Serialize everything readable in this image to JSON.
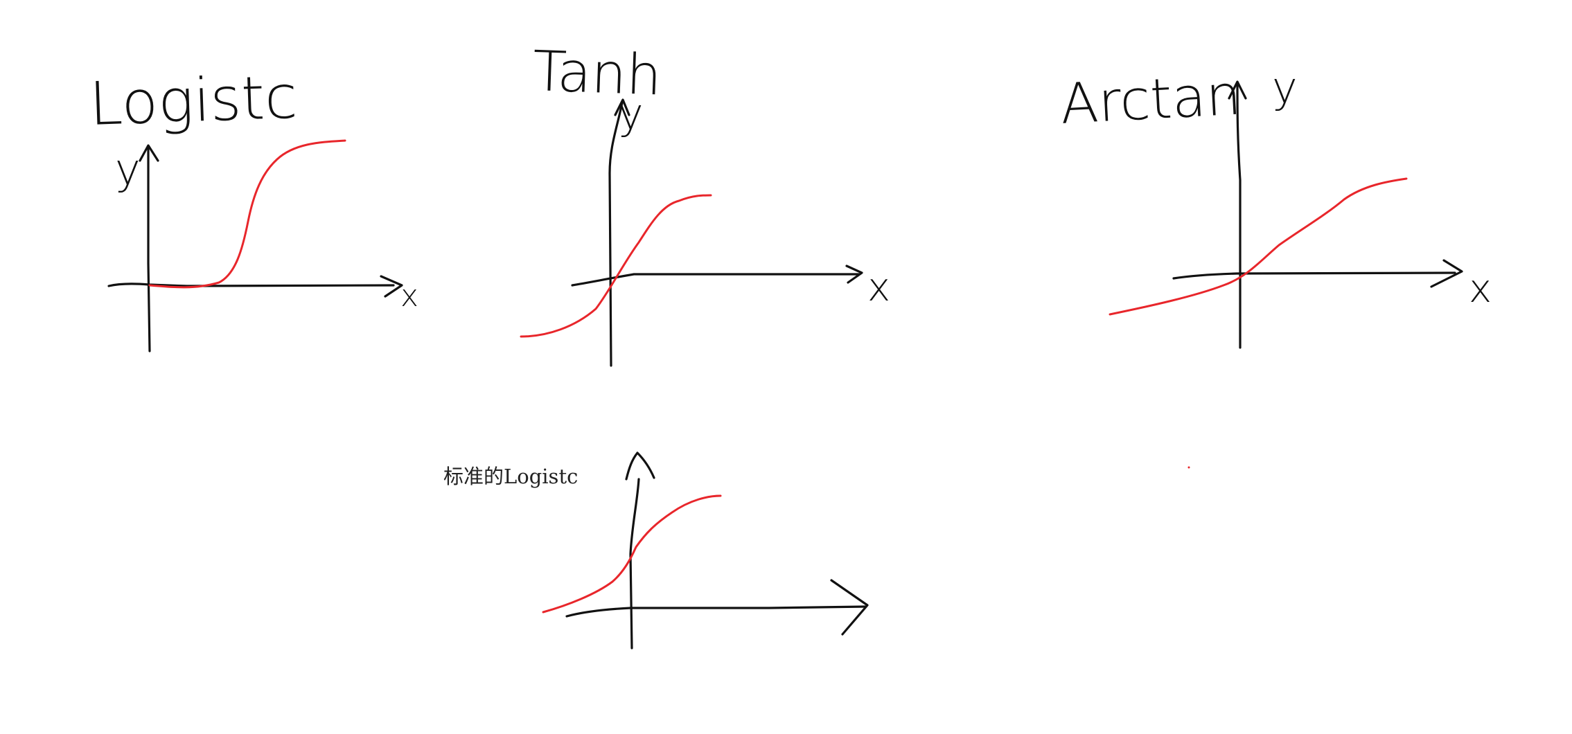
{
  "colors": {
    "ink": "#111111",
    "curve": "#e8262b",
    "background": "#ffffff"
  },
  "sketches": [
    {
      "key": "logistic",
      "title": "Logistc",
      "x_label": "x",
      "y_label": "y"
    },
    {
      "key": "tanh",
      "title": "Tanh",
      "x_label": "x",
      "y_label": "y"
    },
    {
      "key": "arctan",
      "title": "Arctan",
      "x_label": "x",
      "y_label": "y"
    },
    {
      "key": "standard_logistic",
      "title": "标准的Logistc",
      "x_label": "",
      "y_label": ""
    }
  ]
}
